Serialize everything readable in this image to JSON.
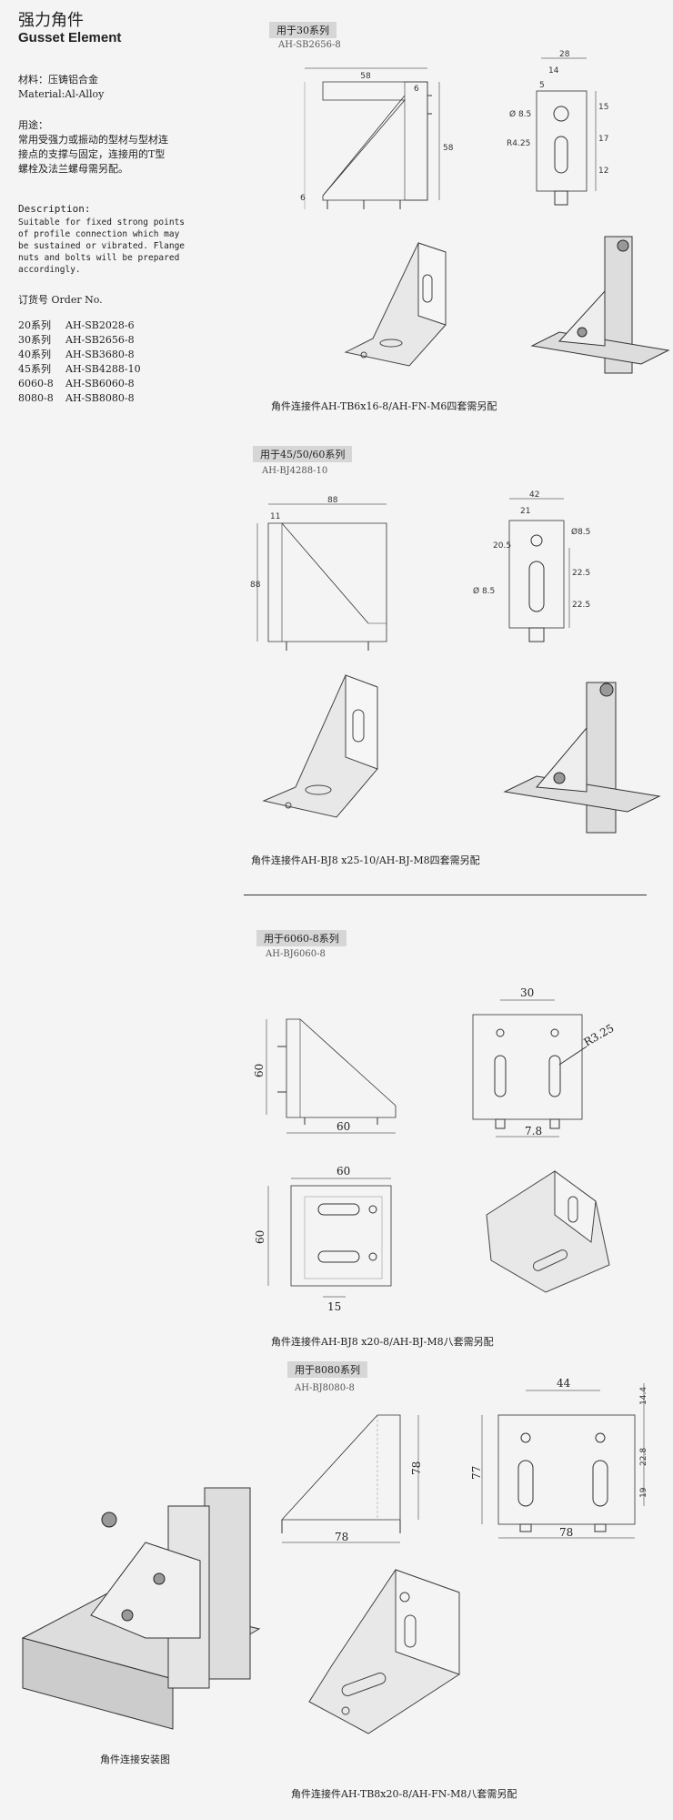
{
  "header": {
    "title_cn": "强力角件",
    "title_en": "Gusset Element"
  },
  "left": {
    "material_cn": "材料：压铸铝合金",
    "material_en": "Material:Al-Alloy",
    "usage_label": "用途：",
    "usage_lines": [
      "常用受强力或振动的型材与型材连",
      "接点的支撑与固定，连接用的T型",
      "螺栓及法兰螺母需另配。"
    ],
    "desc_label": "Description:",
    "desc_lines": [
      "Suitable for fixed strong points",
      "of profile connection which may",
      "be sustained or vibrated. Flange",
      "nuts and bolts will be prepared",
      "accordingly."
    ],
    "order_label": "订货号   Order No.",
    "orders": [
      {
        "series": "20系列",
        "code": "AH-SB2028-6"
      },
      {
        "series": "30系列",
        "code": "AH-SB2656-8"
      },
      {
        "series": "40系列",
        "code": "AH-SB3680-8"
      },
      {
        "series": "45系列",
        "code": "AH-SB4288-10"
      },
      {
        "series": "6060-8",
        "code": "AH-SB6060-8"
      },
      {
        "series": "8080-8",
        "code": "AH-SB8080-8"
      }
    ]
  },
  "sections": [
    {
      "tag": "用于30系列",
      "code": "AH-SB2656-8",
      "caption": "角件连接件AH-TB6x16-8/AH-FN-M6四套需另配",
      "dims": {
        "w": "58",
        "h": "58",
        "t1": "6",
        "t2": "6",
        "w2": "28",
        "a": "14",
        "b": "5",
        "hole": "Ø 8.5",
        "slot": "R4.25",
        "d1": "15",
        "d2": "17",
        "d3": "12"
      }
    },
    {
      "tag": "用于45/50/60系列",
      "code": "AH-BJ4288-10",
      "caption": "角件连接件AH-BJ8 x25-10/AH-BJ-M8四套需另配",
      "dims": {
        "w": "88",
        "h": "88",
        "t1": "11",
        "w2": "42",
        "a": "21",
        "hole": "Ø8.5",
        "slot": "Ø 8.5",
        "d1": "20.5",
        "d2": "22.5",
        "d3": "22.5"
      }
    },
    {
      "tag": "用于6060-8系列",
      "code": "AH-BJ6060-8",
      "caption": "角件连接件AH-BJ8 x20-8/AH-BJ-M8八套需另配",
      "dims": {
        "w": "60",
        "h": "60",
        "w2": "30",
        "slot": "R3.25",
        "d1": "7.8",
        "tw": "60",
        "th": "60",
        "ts": "15"
      }
    },
    {
      "tag": "用于8080系列",
      "code": "AH-BJ8080-8",
      "caption": "角件连接件AH-TB8x20-8/AH-FN-M8八套需另配",
      "dims": {
        "w": "78",
        "h": "78",
        "w2": "78",
        "h2": "77",
        "a": "44",
        "d1": "14.4",
        "d2": "22.8",
        "d3": "19"
      }
    }
  ],
  "install_caption": "角件连接安装图"
}
